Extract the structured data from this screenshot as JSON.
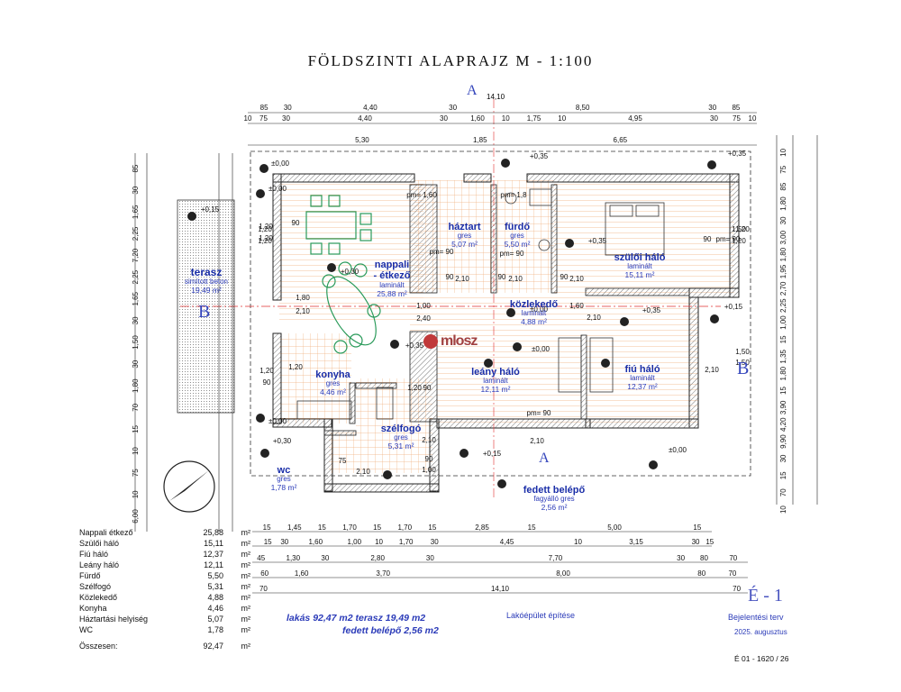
{
  "title": "FÖLDSZINTI ALAPRAJZ   M - 1:100",
  "section_labels": {
    "a": "A",
    "b": "B"
  },
  "dims_top": {
    "r1": [
      "85",
      "30",
      "4,40",
      "30",
      "8,50",
      "30",
      "85"
    ],
    "r1_total": "14,10",
    "r2": [
      "10",
      "75",
      "30",
      "4,40",
      "30",
      "1,60",
      "10",
      "1,75",
      "10",
      "4,95",
      "30",
      "75",
      "10"
    ],
    "r3": [
      "5,30",
      "1,85",
      "6,65"
    ]
  },
  "dims_bottom": {
    "r1": [
      "15",
      "1,45",
      "15",
      "1,70",
      "15",
      "1,70",
      "15",
      "2,85",
      "15",
      "5,00",
      "15"
    ],
    "r2": [
      "15",
      "30",
      "1,60",
      "1,00",
      "10",
      "1,70",
      "30",
      "4,45",
      "10",
      "3,15",
      "30",
      "15"
    ],
    "r3": [
      "45",
      "1,30",
      "30",
      "2,80",
      "30",
      "7,70",
      "30",
      "80",
      "70"
    ],
    "r4": [
      "60",
      "1,60",
      "3,70",
      "8,00",
      "80",
      "70"
    ],
    "r5": [
      "70",
      "14,10",
      "70"
    ]
  },
  "dims_left": [
    "85",
    "30",
    "1,65",
    "2,25",
    "7,20",
    "2,25",
    "1,65",
    "30",
    "1,50",
    "30",
    "1,80",
    "70",
    "15",
    "10",
    "75",
    "10",
    "6,00"
  ],
  "dims_right": [
    "10",
    "75",
    "85",
    "1,80",
    "30",
    "3,00",
    "1,80",
    "1,95",
    "2,70",
    "2,25",
    "1,00",
    "15",
    "1,35",
    "1,80",
    "15",
    "3,90",
    "4,20",
    "9,90",
    "30",
    "15",
    "70",
    "10"
  ],
  "rooms": [
    {
      "name": "nappali\n- étkező",
      "mat": "laminált",
      "area": "25,88 m²"
    },
    {
      "name": "háztart",
      "mat": "gres",
      "area": "5,07 m²"
    },
    {
      "name": "fürdő",
      "mat": "gres",
      "area": "5,50 m²"
    },
    {
      "name": "szülői háló",
      "mat": "laminált",
      "area": "15,11 m²"
    },
    {
      "name": "közlekedő",
      "mat": "laminált",
      "area": "4,88 m²"
    },
    {
      "name": "konyha",
      "mat": "gres",
      "area": "4,46 m²"
    },
    {
      "name": "leány háló",
      "mat": "laminált",
      "area": "12,11 m²"
    },
    {
      "name": "fiú háló",
      "mat": "laminált",
      "area": "12,37 m²"
    },
    {
      "name": "szélfogó",
      "mat": "gres",
      "area": "5,31 m²"
    },
    {
      "name": "wc",
      "mat": "gres",
      "area": "1,78 m²"
    },
    {
      "name": "terasz",
      "mat": "simított beton",
      "area": "19,49 m²"
    },
    {
      "name": "fedett belépő",
      "mat": "fagyálló gres",
      "area": "2,56 m²"
    }
  ],
  "levels": [
    "±0,00",
    "±0,00",
    "+0,15",
    "+0,30",
    "+0,35",
    "+0,35",
    "+0,35",
    "+0,35",
    "+0,35",
    "±0,00",
    "±0,00",
    "+0,15",
    "±0,00",
    "+0,30",
    "+0,15",
    "±0,00"
  ],
  "inner_dims": [
    "pm= 1,60",
    "pm= 1,8",
    "1,20",
    "90",
    "1,20",
    "1,80",
    "2,10",
    "1,00",
    "2,40",
    "90",
    "2,10",
    "90",
    "2,10",
    "90",
    "2,10",
    "1,60",
    "2,10",
    "1,50",
    "1,20",
    "90",
    "1,20",
    "1,20",
    "90",
    "1,20",
    "90",
    "2,10",
    "pm= 90",
    "1,50",
    "2,10",
    "75",
    "2,10",
    "90",
    "1,00",
    "2,10",
    "pm= 90",
    "pm= 90",
    "1,20",
    "1,20",
    "1,50",
    "1,20",
    "pm= 90"
  ],
  "area_table": [
    {
      "name": "Nappali étkező",
      "value": "25,88",
      "unit": "m²"
    },
    {
      "name": "Szülői háló",
      "value": "15,11",
      "unit": "m²"
    },
    {
      "name": "Fiú háló",
      "value": "12,37",
      "unit": "m²"
    },
    {
      "name": "Leány háló",
      "value": "12,11",
      "unit": "m²"
    },
    {
      "name": "Fürdő",
      "value": "5,50",
      "unit": "m²"
    },
    {
      "name": "Szélfogó",
      "value": "5,31",
      "unit": "m²"
    },
    {
      "name": "Közlekedő",
      "value": "4,88",
      "unit": "m²"
    },
    {
      "name": "Konyha",
      "value": "4,46",
      "unit": "m²"
    },
    {
      "name": "Háztartási helyiség",
      "value": "5,07",
      "unit": "m²"
    },
    {
      "name": "WC",
      "value": "1,78",
      "unit": "m²"
    }
  ],
  "total": {
    "name": "Összesen:",
    "value": "92,47",
    "unit": "m²"
  },
  "summary_line1": "lakás  92,47 m2  terasz 19,49 m2",
  "summary_line2": "fedett belépő 2,56 m2",
  "project": "Lakóépület építése",
  "sheet": "É - 1",
  "phase": "Bejelentési terv",
  "date": "2025. augusztus",
  "number": "É 01 - 1620 / 26",
  "logo": "mlosz",
  "colors": {
    "ink": "#111111",
    "blue": "#1a2ea8",
    "wall_hatch": "#888888",
    "floor": "#e9a070",
    "furniture": "#2a9a5a",
    "section": "#e03030"
  }
}
